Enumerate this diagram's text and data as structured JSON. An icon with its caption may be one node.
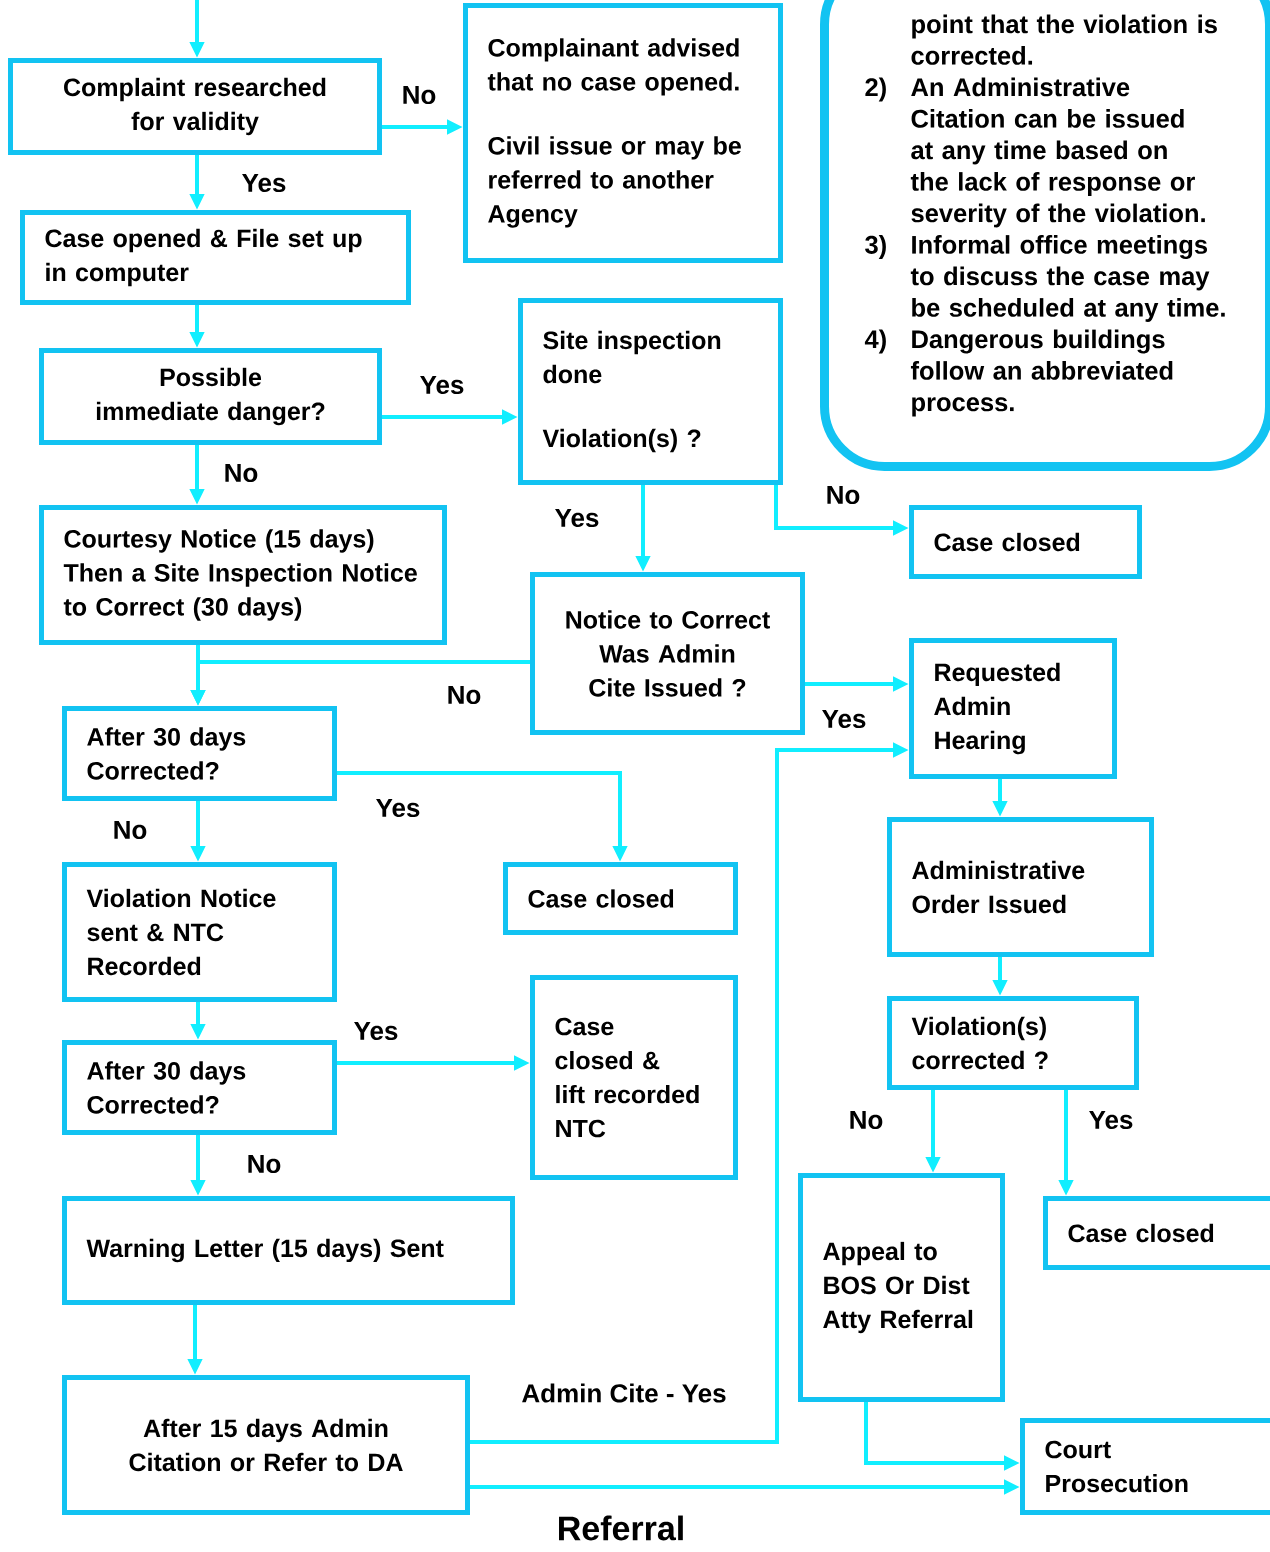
{
  "diagram": {
    "nodes": [
      {
        "text": [
          "Complaint researched for validity"
        ]
      },
      {
        "text": [
          "Complainant advised that no case opened.",
          "Civil issue or may be referred to another Agency"
        ]
      },
      {
        "text": [
          "Case opened & File set up in computer"
        ]
      },
      {
        "text": [
          "Possible immediate danger?"
        ]
      },
      {
        "text": [
          "Site inspection done",
          "Violation(s) ?"
        ]
      },
      {
        "text": [
          "point that the violation is corrected.",
          "2)",
          "An Administrative Citation can be issued at any time based on the lack of response or severity of the violation.",
          "3)",
          "Informal office meetings to discuss the case may be scheduled at any time.",
          "4)",
          "Dangerous buildings follow an abbreviated process."
        ]
      },
      {
        "text": [
          "Courtesy Notice (15 days) Then a Site Inspection Notice to Correct (30 days)"
        ]
      },
      {
        "text": [
          "Case closed"
        ]
      },
      {
        "text": [
          "Notice to Correct Was Admin Cite Issued ?"
        ]
      },
      {
        "text": [
          "Requested Admin Hearing"
        ]
      },
      {
        "text": [
          "After 30 days Corrected?"
        ]
      },
      {
        "text": [
          "Case closed"
        ]
      },
      {
        "text": [
          "Administrative Order Issued"
        ]
      },
      {
        "text": [
          "Violation Notice sent & NTC Recorded"
        ]
      },
      {
        "text": [
          "Violation(s) corrected ?"
        ]
      },
      {
        "text": [
          "After 30 days Corrected?"
        ]
      },
      {
        "text": [
          "Case closed & lift recorded NTC"
        ]
      },
      {
        "text": [
          "Appeal to BOS Or Dist Atty Referral"
        ]
      },
      {
        "text": [
          "Case closed"
        ]
      },
      {
        "text": [
          "Warning Letter (15 days) Sent"
        ]
      },
      {
        "text": [
          "After 15 days Admin Citation or Refer to DA"
        ]
      },
      {
        "text": [
          "Court Prosecution"
        ]
      }
    ],
    "edges": [
      {
        "from": null,
        "to": 0,
        "arrow": "to"
      },
      {
        "from": 0,
        "to": 1,
        "arrow": "to",
        "label": "No"
      },
      {
        "from": 0,
        "to": 2,
        "arrow": "to",
        "label": "Yes"
      },
      {
        "from": 2,
        "to": 3,
        "arrow": "to"
      },
      {
        "from": 3,
        "to": 4,
        "arrow": "to",
        "label": "Yes"
      },
      {
        "from": 3,
        "to": 6,
        "arrow": "to",
        "label": "No"
      },
      {
        "from": 4,
        "to": 8,
        "arrow": "to",
        "label": "Yes"
      },
      {
        "from": 4,
        "to": 7,
        "arrow": "to",
        "label": "No"
      },
      {
        "from": 8,
        "to": 10,
        "arrow": "to",
        "label": "No"
      },
      {
        "from": 6,
        "to": 10,
        "arrow": "to"
      },
      {
        "from": 8,
        "to": 9,
        "arrow": "to",
        "label": "Yes"
      },
      {
        "from": 10,
        "to": 11,
        "arrow": "to",
        "label": "Yes"
      },
      {
        "from": 10,
        "to": 13,
        "arrow": "to",
        "label": "No"
      },
      {
        "from": 13,
        "to": 15,
        "arrow": "to"
      },
      {
        "from": 15,
        "to": 16,
        "arrow": "to",
        "label": "Yes"
      },
      {
        "from": 15,
        "to": 19,
        "arrow": "to",
        "label": "No"
      },
      {
        "from": 19,
        "to": 20,
        "arrow": "to"
      },
      {
        "from": 20,
        "to": 9,
        "arrow": "to",
        "label": "Admin Cite - Yes"
      },
      {
        "from": 20,
        "to": 21,
        "arrow": "to",
        "label": "Referral"
      },
      {
        "from": 9,
        "to": 12,
        "arrow": "to"
      },
      {
        "from": 12,
        "to": 14,
        "arrow": "to"
      },
      {
        "from": 14,
        "to": 17,
        "arrow": "to",
        "label": "No"
      },
      {
        "from": 14,
        "to": 18,
        "arrow": "to",
        "label": "Yes"
      },
      {
        "from": 17,
        "to": 21,
        "arrow": "to"
      }
    ]
  }
}
